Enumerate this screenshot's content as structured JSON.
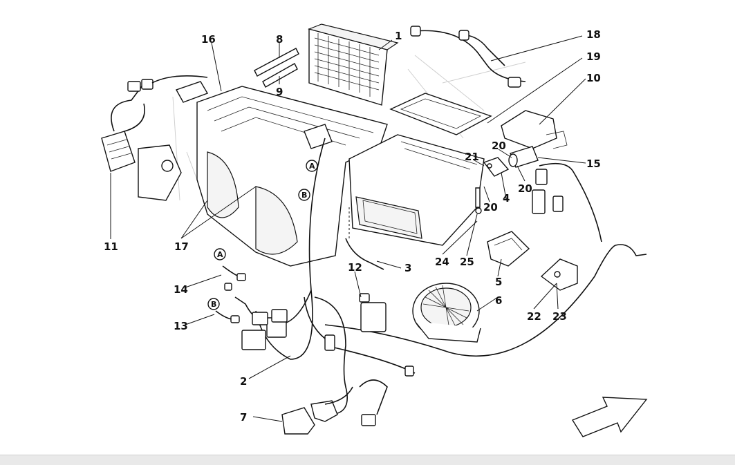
{
  "labels": {
    "l1": "1",
    "l2": "2",
    "l3": "3",
    "l4": "4",
    "l5": "5",
    "l6": "6",
    "l7": "7",
    "l8": "8",
    "l9": "9",
    "l10": "10",
    "l11": "11",
    "l12": "12",
    "l13": "13",
    "l14": "14",
    "l15": "15",
    "l16": "16",
    "l17": "17",
    "l18": "18",
    "l19": "19",
    "l20a": "20",
    "l20b": "20",
    "l20c": "20",
    "l21": "21",
    "l22": "22",
    "l23": "23",
    "l24": "24",
    "l25": "25"
  },
  "refs": {
    "a1": "A",
    "b1": "B",
    "a2": "A",
    "b2": "B"
  },
  "icons": {
    "direction_arrow": "front-direction-arrow-icon"
  }
}
